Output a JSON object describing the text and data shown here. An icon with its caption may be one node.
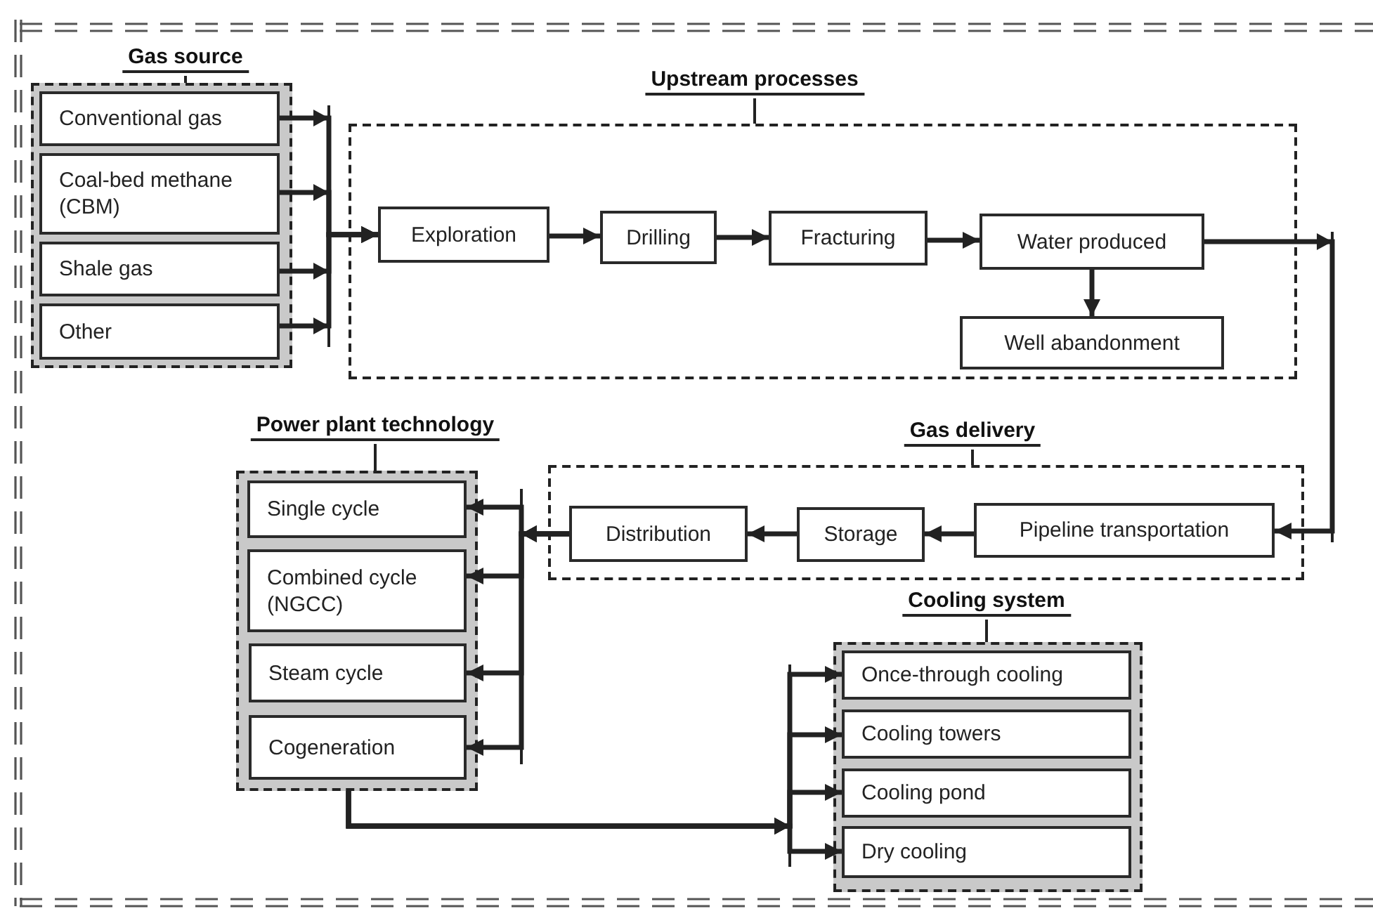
{
  "diagram": {
    "nodes": [
      {
        "text": [
          "Gas source"
        ]
      },
      {
        "text": [
          "Conventional gas"
        ],
        "in": 0
      },
      {
        "text": [
          "Coal-bed methane (CBM)"
        ],
        "in": 0
      },
      {
        "text": [
          "Shale gas"
        ],
        "in": 0
      },
      {
        "text": [
          "Other"
        ],
        "in": 0
      },
      {
        "text": [
          "Upstream processes"
        ]
      },
      {
        "text": [
          "Exploration"
        ],
        "in": 5
      },
      {
        "text": [
          "Drilling"
        ],
        "in": 5
      },
      {
        "text": [
          "Fracturing"
        ],
        "in": 5
      },
      {
        "text": [
          "Water produced"
        ],
        "in": 5
      },
      {
        "text": [
          "Well abandonment"
        ],
        "in": 5
      },
      {
        "text": [
          "Gas delivery"
        ]
      },
      {
        "text": [
          "Distribution"
        ],
        "in": 11
      },
      {
        "text": [
          "Storage"
        ],
        "in": 11
      },
      {
        "text": [
          "Pipeline transportation"
        ],
        "in": 11
      },
      {
        "text": [
          "Power plant technology"
        ]
      },
      {
        "text": [
          "Single cycle"
        ],
        "in": 15
      },
      {
        "text": [
          "Combined cycle (NGCC)"
        ],
        "in": 15
      },
      {
        "text": [
          "Steam cycle"
        ],
        "in": 15
      },
      {
        "text": [
          "Cogeneration"
        ],
        "in": 15
      },
      {
        "text": [
          "Cooling system"
        ]
      },
      {
        "text": [
          "Once-through cooling"
        ],
        "in": 20
      },
      {
        "text": [
          "Cooling towers"
        ],
        "in": 20
      },
      {
        "text": [
          "Cooling pond"
        ],
        "in": 20
      },
      {
        "text": [
          "Dry cooling"
        ],
        "in": 20
      }
    ],
    "edges": [
      {
        "from": 1,
        "to": 6,
        "arrow": "to"
      },
      {
        "from": 2,
        "to": 6,
        "arrow": "to"
      },
      {
        "from": 3,
        "to": 6,
        "arrow": "to"
      },
      {
        "from": 4,
        "to": 6,
        "arrow": "to"
      },
      {
        "from": 6,
        "to": 7,
        "arrow": "to"
      },
      {
        "from": 7,
        "to": 8,
        "arrow": "to"
      },
      {
        "from": 8,
        "to": 9,
        "arrow": "to"
      },
      {
        "from": 9,
        "to": 10,
        "arrow": "to"
      },
      {
        "from": 9,
        "to": 14,
        "arrow": "to"
      },
      {
        "from": 14,
        "to": 13,
        "arrow": "to"
      },
      {
        "from": 13,
        "to": 12,
        "arrow": "to"
      },
      {
        "from": 12,
        "to": 16,
        "arrow": "to"
      },
      {
        "from": 12,
        "to": 17,
        "arrow": "to"
      },
      {
        "from": 12,
        "to": 18,
        "arrow": "to"
      },
      {
        "from": 12,
        "to": 19,
        "arrow": "to"
      },
      {
        "from": 15,
        "to": 21,
        "arrow": "to"
      },
      {
        "from": 15,
        "to": 22,
        "arrow": "to"
      },
      {
        "from": 15,
        "to": 23,
        "arrow": "to"
      },
      {
        "from": 15,
        "to": 24,
        "arrow": "to"
      }
    ]
  }
}
